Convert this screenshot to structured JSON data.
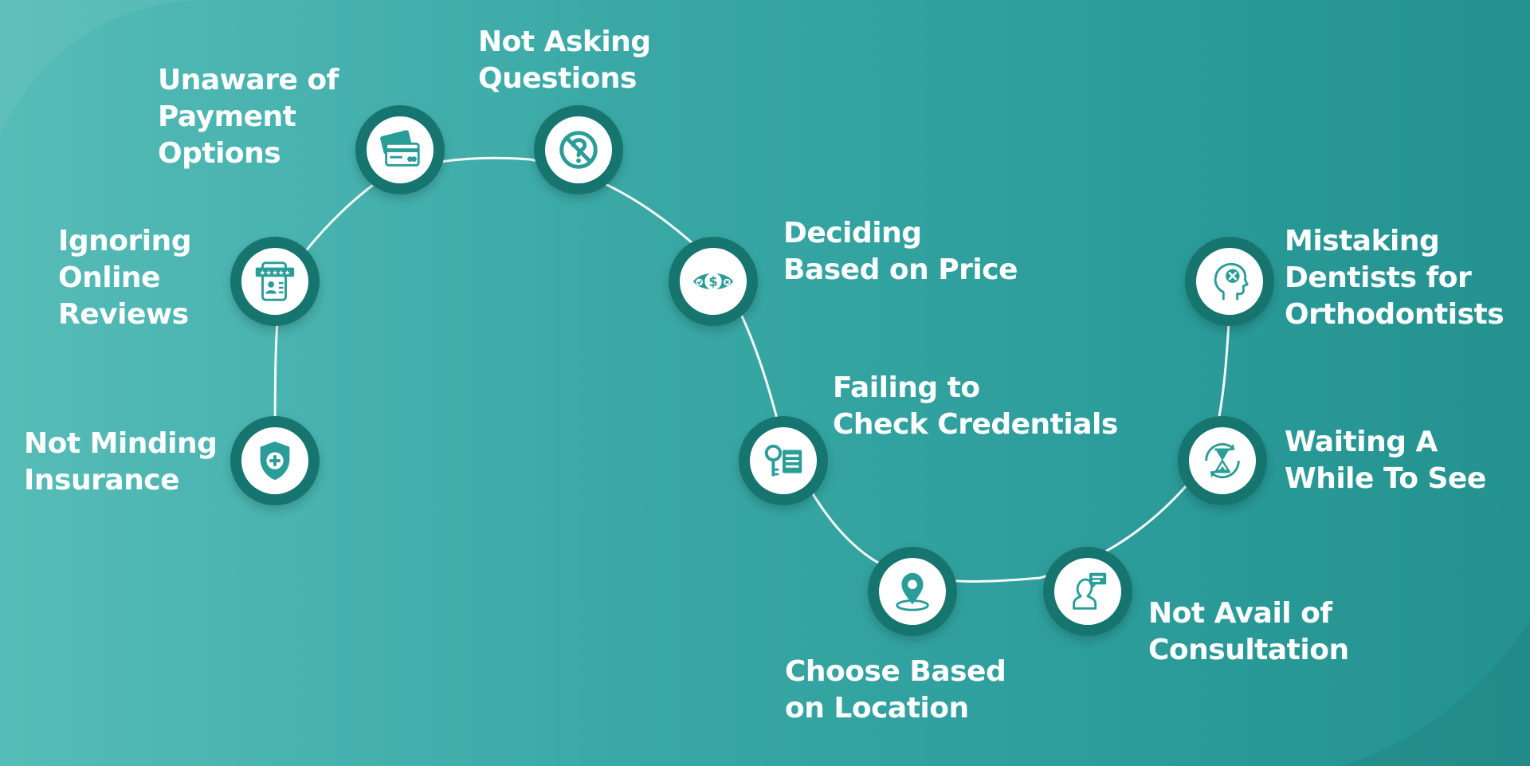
{
  "diagram": {
    "steps": [
      {
        "id": "insurance",
        "lines": [
          "Not Minding",
          "Insurance"
        ],
        "icon": "shield-plus-icon"
      },
      {
        "id": "reviews",
        "lines": [
          "Ignoring",
          "Online",
          "Reviews"
        ],
        "icon": "phone-review-icon"
      },
      {
        "id": "payment",
        "lines": [
          "Unaware of",
          "Payment",
          "Options"
        ],
        "icon": "credit-card-icon"
      },
      {
        "id": "questions",
        "lines": [
          "Not Asking",
          "Questions"
        ],
        "icon": "no-question-icon"
      },
      {
        "id": "price",
        "lines": [
          "Deciding",
          "Based on Price"
        ],
        "icon": "dollar-eye-icon"
      },
      {
        "id": "credentials",
        "lines": [
          "Failing to",
          "Check Credentials"
        ],
        "icon": "key-document-icon"
      },
      {
        "id": "location",
        "lines": [
          "Choose Based",
          "on Location"
        ],
        "icon": "location-pin-icon"
      },
      {
        "id": "consultation",
        "lines": [
          "Not Avail of",
          "Consultation"
        ],
        "icon": "consultation-icon"
      },
      {
        "id": "waiting",
        "lines": [
          "Waiting A",
          "While To See"
        ],
        "icon": "hourglass-icon"
      },
      {
        "id": "mistaking",
        "lines": [
          "Mistaking",
          "Dentists for",
          "Orthodontists"
        ],
        "icon": "head-x-icon"
      }
    ]
  },
  "colors": {
    "node_ring": "#17756f",
    "icon": "#2a9d98",
    "text": "#ffffff"
  }
}
